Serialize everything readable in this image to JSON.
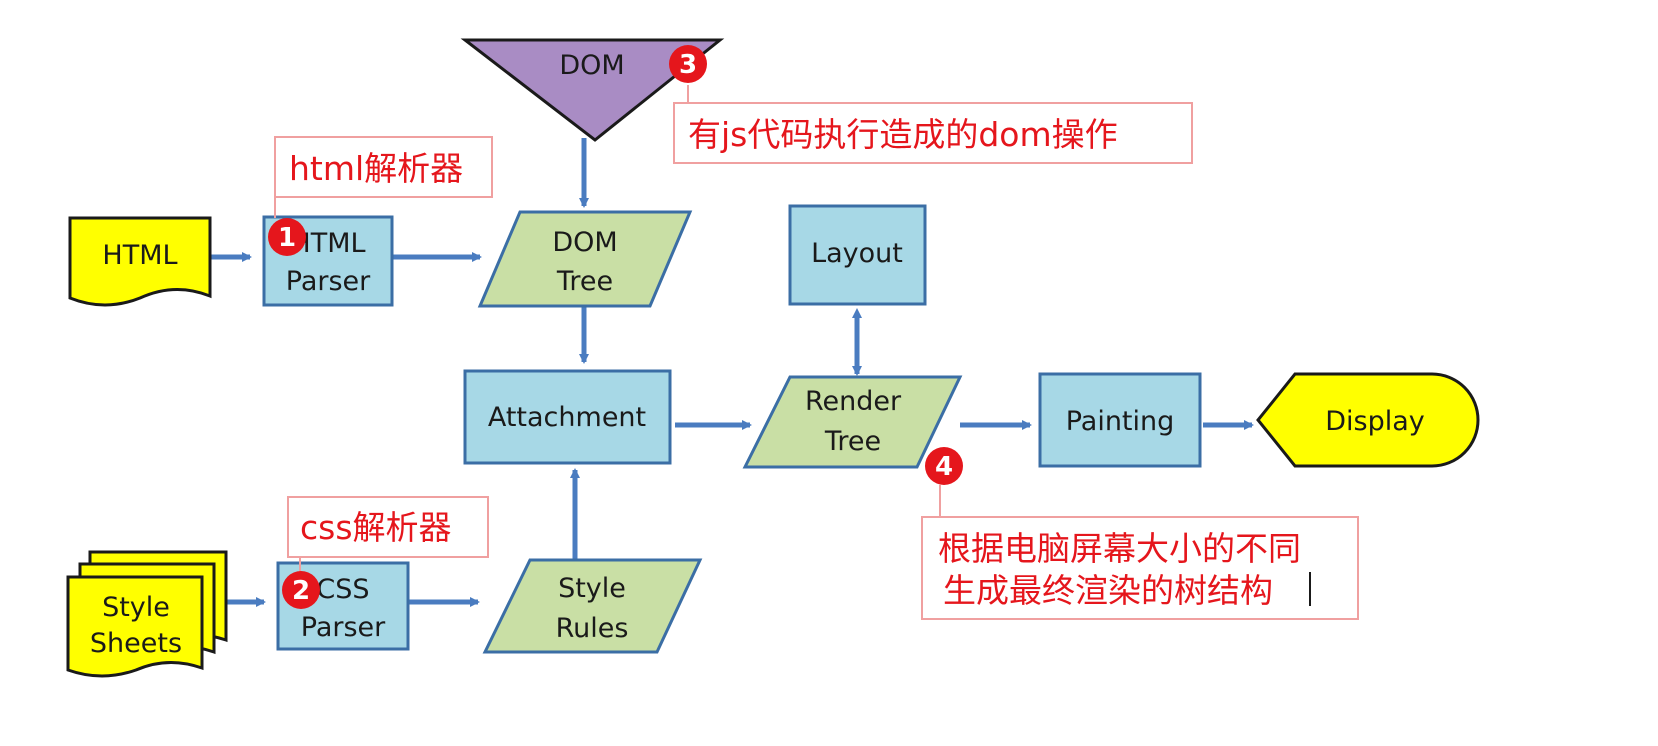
{
  "colors": {
    "process_fill": "#a7d8e6",
    "process_stroke": "#3b6ea5",
    "data_fill": "#c9dfa5",
    "io_fill": "#ffff00",
    "dom_fill": "#a98cc4",
    "arrow": "#4a7cc0",
    "annotation_red": "#e5161c",
    "annotation_box": "#f0a0a0"
  },
  "nodes": {
    "html": "HTML",
    "html_parser_1": "HTML",
    "html_parser_2": "Parser",
    "dom": "DOM",
    "dom_tree_1": "DOM",
    "dom_tree_2": "Tree",
    "attachment": "Attachment",
    "layout": "Layout",
    "render_tree_1": "Render",
    "render_tree_2": "Tree",
    "painting": "Painting",
    "display": "Display",
    "style_sheets_1": "Style",
    "style_sheets_2": "Sheets",
    "css_parser_1": "CSS",
    "css_parser_2": "Parser",
    "style_rules_1": "Style",
    "style_rules_2": "Rules"
  },
  "annotations": {
    "html_parser": "html解析器",
    "css_parser": "css解析器",
    "dom_ops": "有js代码执行造成的dom操作",
    "render_line1": "根据电脑屏幕大小的不同",
    "render_line2": "生成最终渲染的树结构"
  },
  "badges": [
    "1",
    "2",
    "3",
    "4"
  ]
}
